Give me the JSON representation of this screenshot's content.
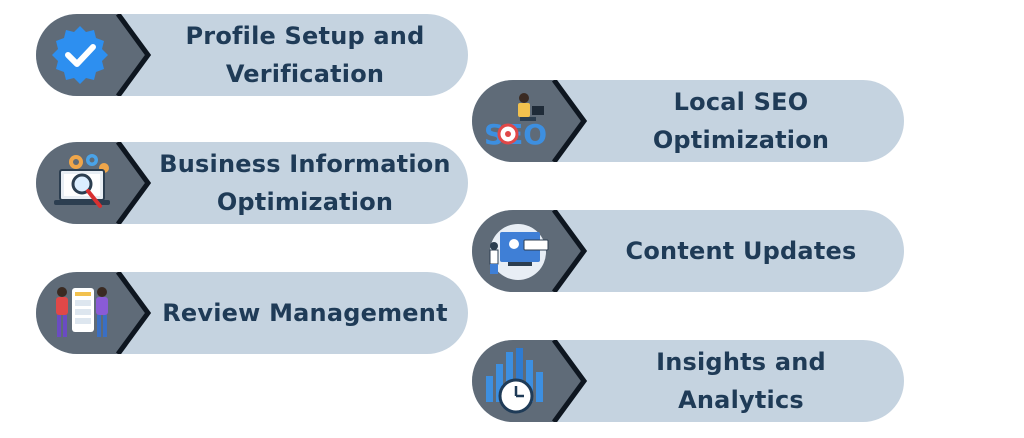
{
  "items": [
    {
      "label": "Profile Setup and\nVerification",
      "icon": "verified-badge-icon"
    },
    {
      "label": "Business Information\nOptimization",
      "icon": "laptop-magnifier-gears-icon"
    },
    {
      "label": "Review Management",
      "icon": "people-reviews-icon"
    },
    {
      "label": "Local SEO\nOptimization",
      "icon": "seo-target-person-icon"
    },
    {
      "label": "Content Updates",
      "icon": "content-update-screen-icon"
    },
    {
      "label": "Insights and Analytics",
      "icon": "bar-chart-clock-icon"
    }
  ],
  "colors": {
    "pill": "#c5d3e0",
    "icon_bg": "#5f6b78",
    "text": "#1f3b57",
    "accent": "#2d8ff0"
  }
}
